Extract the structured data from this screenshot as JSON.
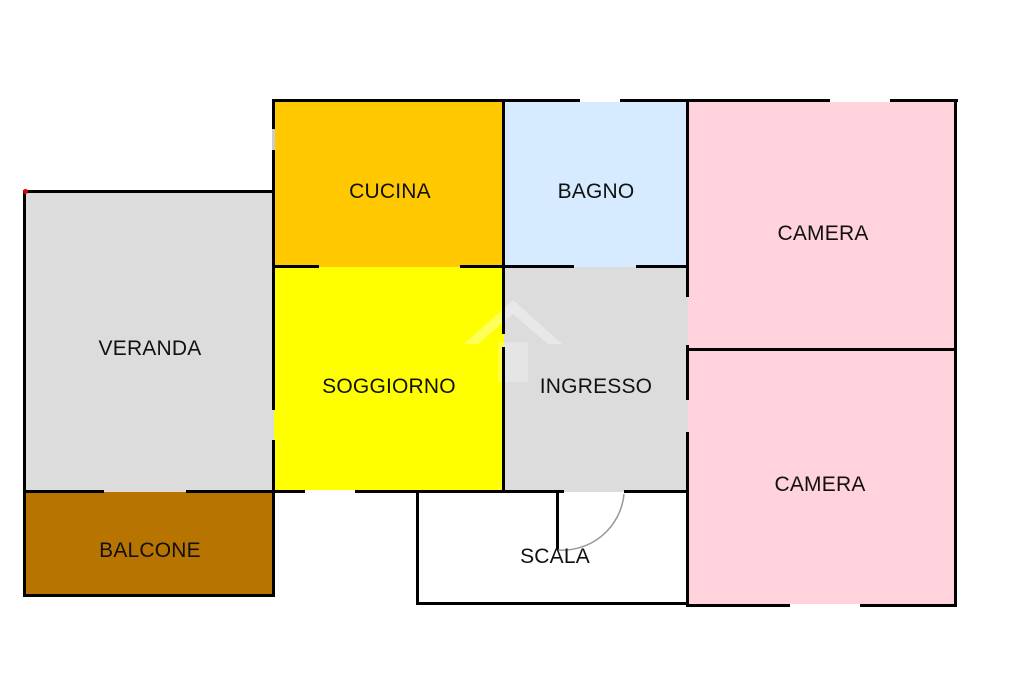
{
  "plan": {
    "rooms": [
      {
        "id": "cucina",
        "label": "CUCINA",
        "color": "#ffc800"
      },
      {
        "id": "bagno",
        "label": "BAGNO",
        "color": "#d6ebff"
      },
      {
        "id": "camera-1",
        "label": "CAMERA",
        "color": "#ffd2dc"
      },
      {
        "id": "veranda",
        "label": "VERANDA",
        "color": "#dcdcdc"
      },
      {
        "id": "soggiorno",
        "label": "SOGGIORNO",
        "color": "#ffff00"
      },
      {
        "id": "ingresso",
        "label": "INGRESSO",
        "color": "#dcdcdc"
      },
      {
        "id": "camera-2",
        "label": "CAMERA",
        "color": "#ffd2dc"
      },
      {
        "id": "balcone",
        "label": "BALCONE",
        "color": "#b87400"
      },
      {
        "id": "scala",
        "label": "SCALA",
        "color": "#ffffff"
      }
    ],
    "wall_color": "#000000"
  }
}
